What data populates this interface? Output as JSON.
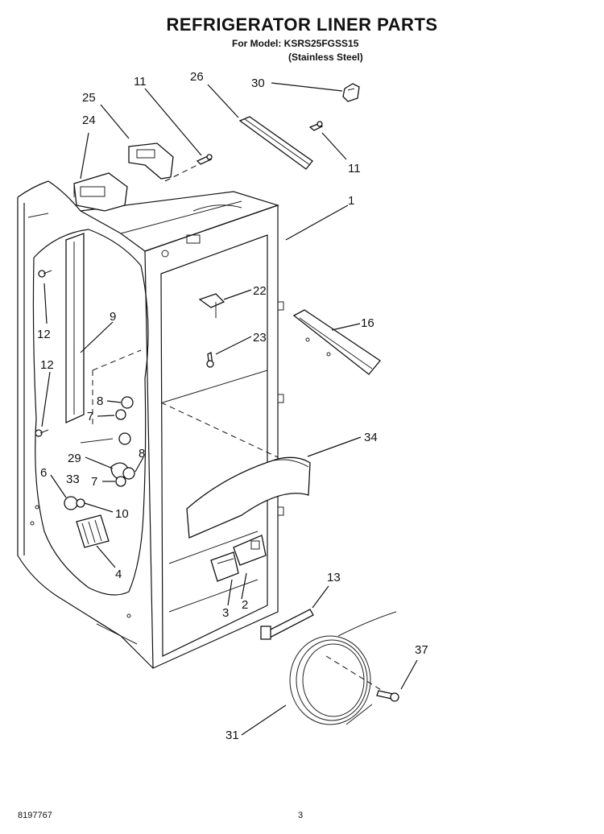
{
  "header": {
    "title": "REFRIGERATOR LINER PARTS",
    "model_line": "For Model: KSRS25FGSS15",
    "finish_line": "(Stainless Steel)"
  },
  "callouts": {
    "c1": "1",
    "c2": "2",
    "c3": "3",
    "c4": "4",
    "c6": "6",
    "c7a": "7",
    "c7b": "7",
    "c8a": "8",
    "c8b": "8",
    "c9": "9",
    "c10": "10",
    "c11a": "11",
    "c11b": "11",
    "c12a": "12",
    "c12b": "12",
    "c13": "13",
    "c16": "16",
    "c22": "22",
    "c23": "23",
    "c24": "24",
    "c25": "25",
    "c26": "26",
    "c29": "29",
    "c30": "30",
    "c31": "31",
    "c33": "33",
    "c34": "34",
    "c37": "37"
  },
  "footer": {
    "doc_number": "8197767",
    "page_number": "3"
  }
}
